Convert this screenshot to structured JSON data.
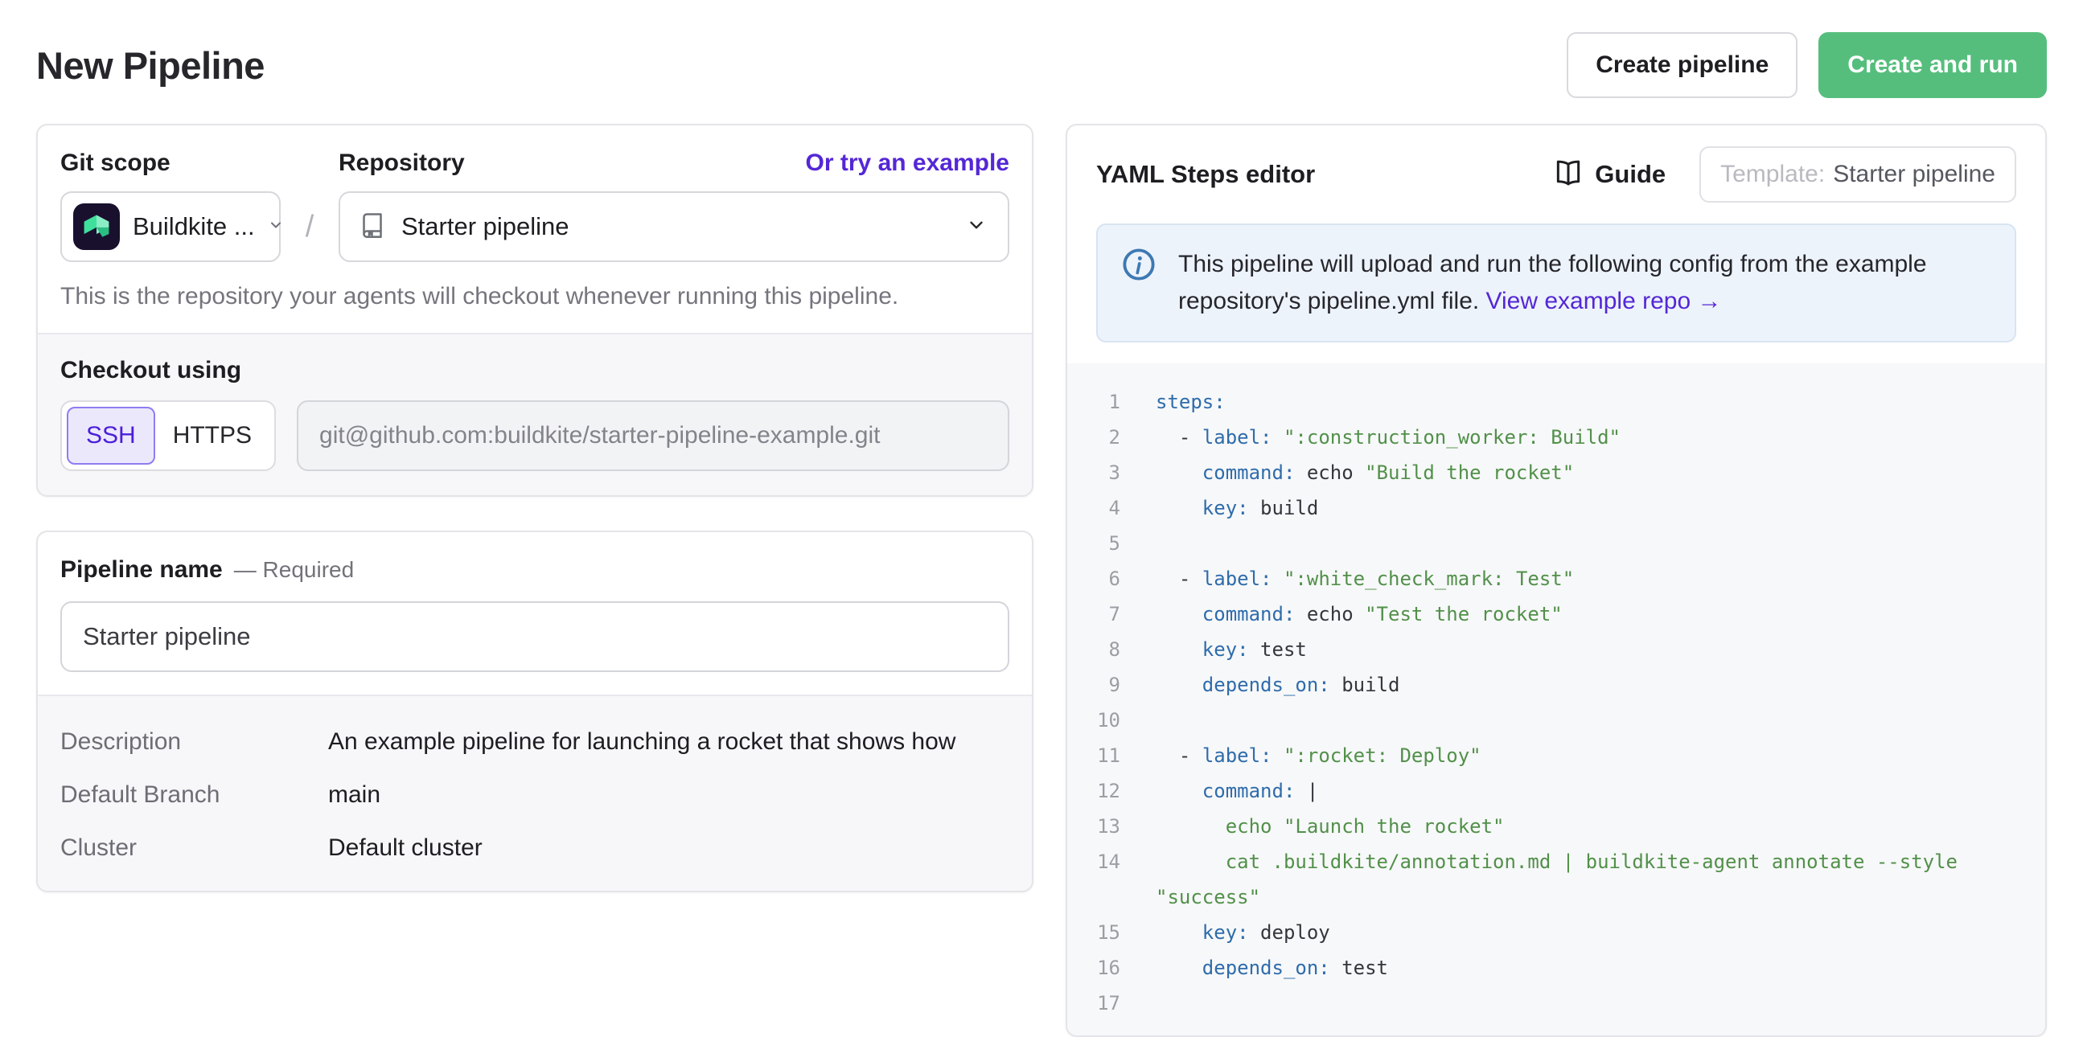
{
  "page": {
    "title": "New Pipeline"
  },
  "header": {
    "create_pipeline": "Create pipeline",
    "create_and_run": "Create and run"
  },
  "git_card": {
    "git_scope_label": "Git scope",
    "repository_label": "Repository",
    "example_link": "Or try an example",
    "git_scope_value": "Buildkite ...",
    "separator": "/",
    "repository_value": "Starter pipeline",
    "helper": "This is the repository your agents will checkout whenever running this pipeline.",
    "checkout_using_label": "Checkout using",
    "ssh_option": "SSH",
    "https_option": "HTTPS",
    "checkout_url": "git@github.com:buildkite/starter-pipeline-example.git"
  },
  "name_card": {
    "label": "Pipeline name",
    "required": "— Required",
    "value": "Starter pipeline",
    "rows": [
      {
        "label": "Description",
        "value": "An example pipeline for launching a rocket that shows how"
      },
      {
        "label": "Default Branch",
        "value": "main"
      },
      {
        "label": "Cluster",
        "value": "Default cluster"
      }
    ]
  },
  "editor": {
    "title": "YAML Steps editor",
    "guide_label": "Guide",
    "template_prefix": "Template:",
    "template_value": "Starter pipeline",
    "banner_text": "This pipeline will upload and run the following config from the example repository's pipeline.yml file. ",
    "banner_link": "View example repo →",
    "lines": [
      [
        [
          "k",
          "steps:"
        ]
      ],
      [
        [
          "t",
          "  - "
        ],
        [
          "k",
          "label:"
        ],
        [
          "t",
          " "
        ],
        [
          "s",
          "\":construction_worker: Build\""
        ]
      ],
      [
        [
          "t",
          "    "
        ],
        [
          "k",
          "command:"
        ],
        [
          "t",
          " echo "
        ],
        [
          "s",
          "\"Build the rocket\""
        ]
      ],
      [
        [
          "t",
          "    "
        ],
        [
          "k",
          "key:"
        ],
        [
          "t",
          " build"
        ]
      ],
      [],
      [
        [
          "t",
          "  - "
        ],
        [
          "k",
          "label:"
        ],
        [
          "t",
          " "
        ],
        [
          "s",
          "\":white_check_mark: Test\""
        ]
      ],
      [
        [
          "t",
          "    "
        ],
        [
          "k",
          "command:"
        ],
        [
          "t",
          " echo "
        ],
        [
          "s",
          "\"Test the rocket\""
        ]
      ],
      [
        [
          "t",
          "    "
        ],
        [
          "k",
          "key:"
        ],
        [
          "t",
          " test"
        ]
      ],
      [
        [
          "t",
          "    "
        ],
        [
          "k",
          "depends_on:"
        ],
        [
          "t",
          " build"
        ]
      ],
      [],
      [
        [
          "t",
          "  - "
        ],
        [
          "k",
          "label:"
        ],
        [
          "t",
          " "
        ],
        [
          "s",
          "\":rocket: Deploy\""
        ]
      ],
      [
        [
          "t",
          "    "
        ],
        [
          "k",
          "command:"
        ],
        [
          "t",
          " |"
        ]
      ],
      [
        [
          "s",
          "      echo \"Launch the rocket\""
        ]
      ],
      [
        [
          "s",
          "      cat .buildkite/annotation.md | buildkite-agent annotate --style \"success\""
        ]
      ],
      [
        [
          "t",
          "    "
        ],
        [
          "k",
          "key:"
        ],
        [
          "t",
          " deploy"
        ]
      ],
      [
        [
          "t",
          "    "
        ],
        [
          "k",
          "depends_on:"
        ],
        [
          "t",
          " test"
        ]
      ],
      []
    ]
  },
  "colors": {
    "accent_green": "#56be7d",
    "link_purple": "#5427d6",
    "code_key_blue": "#2f6cab",
    "code_string_green": "#52904a",
    "banner_blue_bg": "#edf3fb"
  }
}
